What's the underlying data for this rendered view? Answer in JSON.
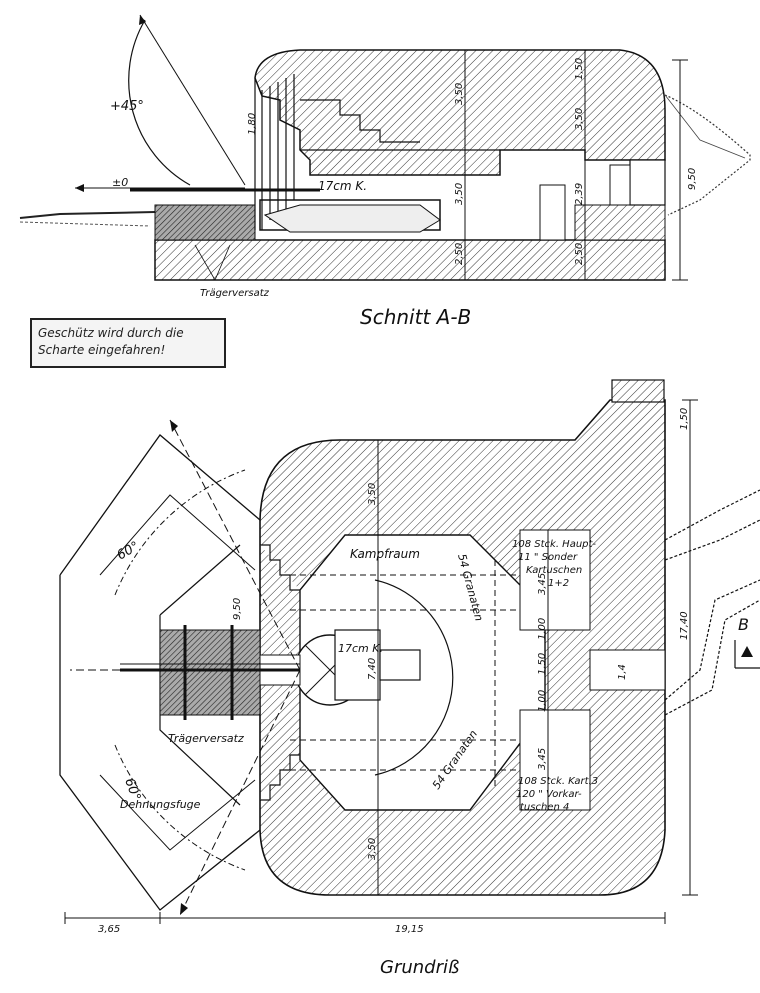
{
  "section_title": "Schnitt A-B",
  "plan_title": "Grundriß",
  "note": {
    "line1": "Geschütz wird durch die",
    "line2": "Scharte eingefahren!"
  },
  "section": {
    "angle_top": "+45°",
    "angle_level": "±0",
    "gun": "17cm K.",
    "beams": "Trägerversatz",
    "dims": {
      "d350a": "3,50",
      "d350b": "3,50",
      "d350c": "3,50",
      "d250": "2,50",
      "d239": "2,39",
      "d250b": "2,50",
      "d150": "1,50",
      "d180": "1,80",
      "d950": "9,50"
    }
  },
  "plan": {
    "angle_a": "60°",
    "angle_b": "60°",
    "gun": "17cm K.",
    "beams": "Trägerversatz",
    "joint": "Dehnungsfuge",
    "room": "Kampfraum",
    "shells_a": "54 Granaten",
    "shells_b": "54 Granaten",
    "store_a": {
      "l1": "108 Stck. Haupt-",
      "l2": "11 \" Sonder",
      "l3": "Kartuschen",
      "l4": "1+2"
    },
    "store_b": {
      "l1": "108 Stck. Kart.3",
      "l2": "120 \" Vorkar-",
      "l3": "tuschen 4"
    },
    "dims": {
      "d350a": "3,50",
      "d350b": "3,50",
      "d740": "7,40",
      "d950": "9,50",
      "d345a": "3,45",
      "d345b": "3,45",
      "d100a": "1,00",
      "d100b": "1,00",
      "d150": "1,50",
      "d1740": "17,40",
      "d150b": "1,50",
      "d365": "3,65",
      "d1915": "19,15",
      "d14": "1,4"
    },
    "marker": "B"
  }
}
